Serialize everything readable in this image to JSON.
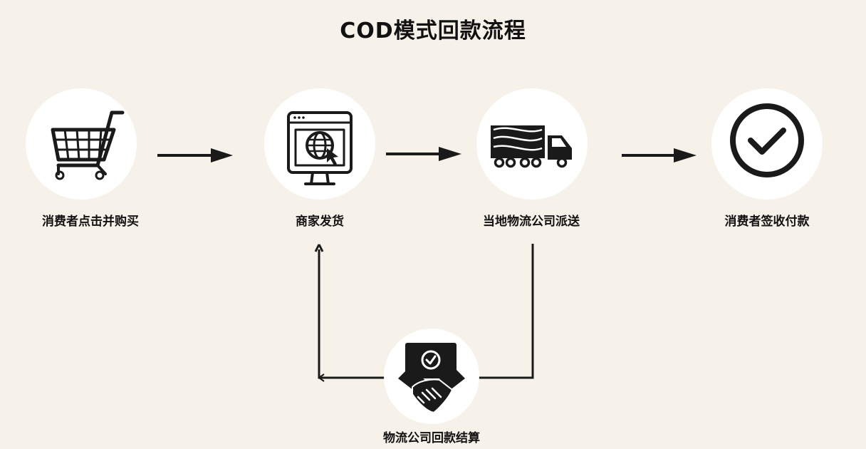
{
  "title": "COD模式回款流程",
  "steps": [
    {
      "label": "消费者点击并购买",
      "icon": "shopping-cart-icon"
    },
    {
      "label": "商家发货",
      "icon": "web-monitor-icon"
    },
    {
      "label": "当地物流公司派送",
      "icon": "delivery-truck-icon"
    },
    {
      "label": "消费者签收付款",
      "icon": "check-circle-icon"
    },
    {
      "label": "物流公司回款结算",
      "icon": "handshake-icon"
    }
  ],
  "colors": {
    "background": "#f6f2ea",
    "circle": "#ffffff",
    "ink": "#1a1a1a"
  }
}
